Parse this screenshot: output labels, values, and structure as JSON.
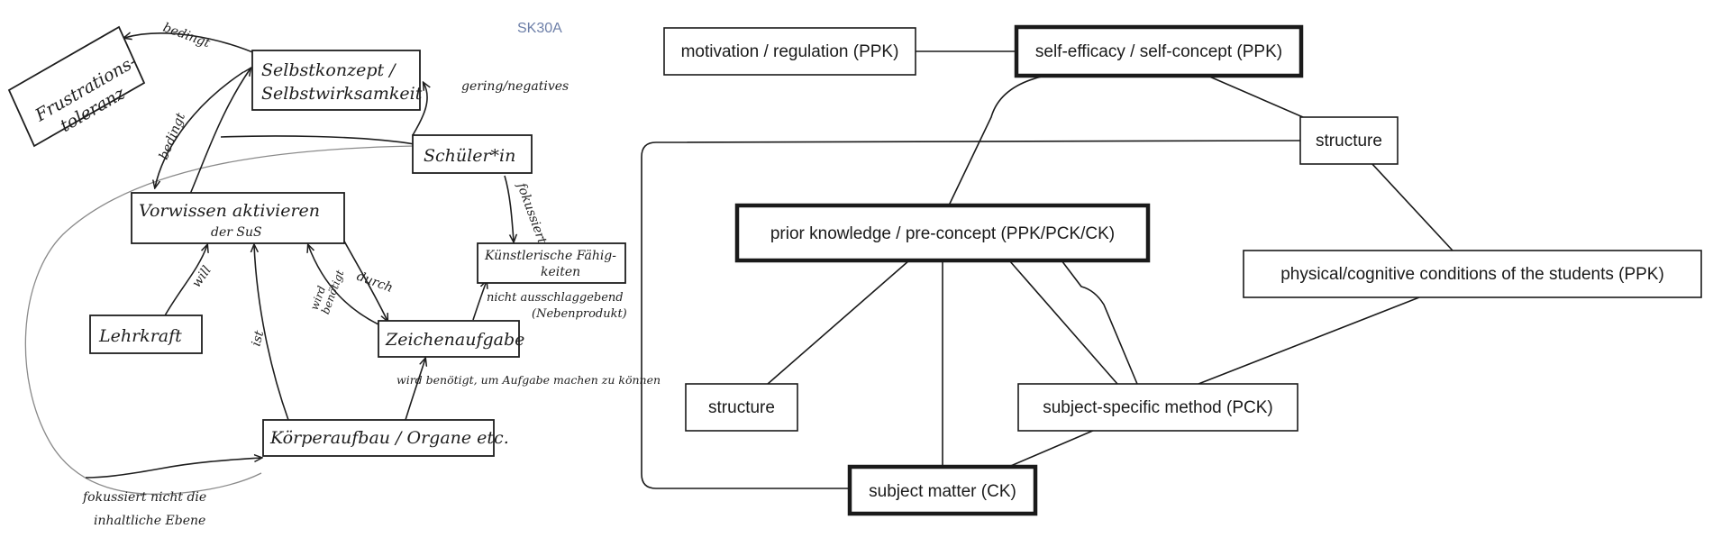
{
  "sketch": {
    "ref_code": "SK30A",
    "nodes": {
      "frustration": [
        "Frustrations-",
        "toleranz"
      ],
      "selbstkonzept": [
        "Selbstkonzept /",
        "Selbstwirksamkeit"
      ],
      "schueler": "Schüler*in",
      "vorwissen": [
        "Vorwissen aktivieren",
        "der SuS"
      ],
      "kuenstlerisch": [
        "Künstlerische Fähig-",
        "keiten"
      ],
      "lehrkraft": "Lehrkraft",
      "zeichenaufgabe": "Zeichenaufgabe",
      "koerperaufbau": "Körperaufbau / Organe etc."
    },
    "edge_labels": {
      "bedingt_top": "bedingt",
      "bedingt_left": "bedingt",
      "gering_negatives": "gering/negatives",
      "fokussiert": "fokussiert",
      "will": "will",
      "ist": "ist",
      "wird_benoetigt": [
        "wird",
        "benötigt"
      ],
      "durch": "durch",
      "nicht_ausschlaggebend": [
        "nicht ausschlaggebend",
        "(Nebenprodukt)"
      ],
      "wird_benoetigt_um": "wird benötigt, um Aufgabe machen zu können",
      "fokussiert_nicht": [
        "fokussiert nicht die",
        "inhaltliche Ebene"
      ]
    }
  },
  "concept_map": {
    "nodes": {
      "motivation": "motivation / regulation (PPK)",
      "self_efficacy": "self-efficacy / self-concept (PPK)",
      "structure_top": "structure",
      "prior_knowledge": "prior knowledge / pre-concept (PPK/PCK/CK)",
      "physical": "physical/cognitive conditions of the students (PPK)",
      "structure_bottom": "structure",
      "subject_method": "subject-specific method (PCK)",
      "subject_matter": "subject matter (CK)"
    }
  }
}
